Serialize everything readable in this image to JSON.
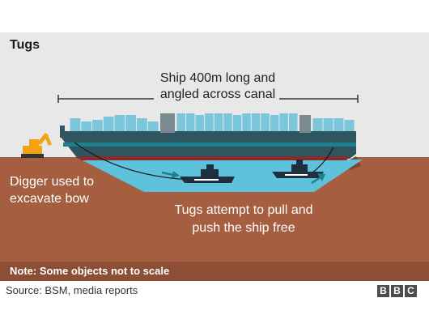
{
  "title": "Tugs",
  "ship_label": {
    "line1": "Ship 400m long and",
    "line2": "angled across canal"
  },
  "digger_label": {
    "line1": "Digger used to",
    "line2": "excavate bow"
  },
  "tugs_label": {
    "line1": "Tugs attempt to pull and",
    "line2": "push the ship free"
  },
  "note": "Note: Some objects not to scale",
  "source": "Source: BSM, media reports",
  "logo": [
    "B",
    "B",
    "C"
  ],
  "colors": {
    "background": "#e8e8e8",
    "ground": "#a55e40",
    "water": "#5ec2dc",
    "hull": "#2f5560",
    "hull_stripe": "#1f7f8c",
    "hull_bottom": "#8a2a2a",
    "containers": "#7cc6dc",
    "tug": "#1f2f3f",
    "digger": "#f2a313"
  }
}
